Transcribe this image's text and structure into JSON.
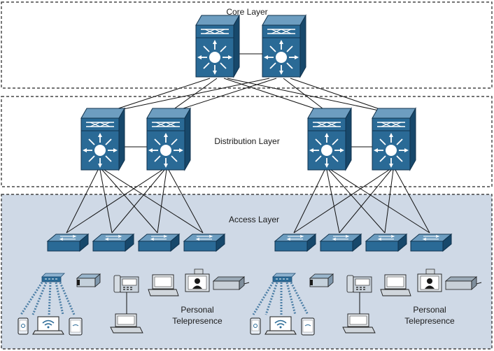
{
  "layers": {
    "core": "Core Layer",
    "distribution": "Distribution Layer",
    "access": "Access Layer"
  },
  "endpoints": {
    "left_label_line1": "Personal",
    "left_label_line2": "Telepresence",
    "right_label_line1": "Personal",
    "right_label_line2": "Telepresence"
  },
  "icons": {
    "multilayer_switch": "multilayer-switch-icon",
    "access_switch": "workgroup-switch-icon",
    "access_point": "wireless-access-point-icon",
    "camera": "video-camera-icon",
    "ip_phone": "ip-phone-icon",
    "workstation": "workstation-icon",
    "telepresence": "telepresence-unit-icon",
    "codec": "codec-icon",
    "smartphone": "smartphone-icon",
    "laptop": "laptop-wifi-icon",
    "tablet": "tablet-icon"
  },
  "colors": {
    "switch_blue": "#2a6a96",
    "switch_dark": "#15486c",
    "access_band": "#cfd9e6",
    "border": "#222222"
  }
}
